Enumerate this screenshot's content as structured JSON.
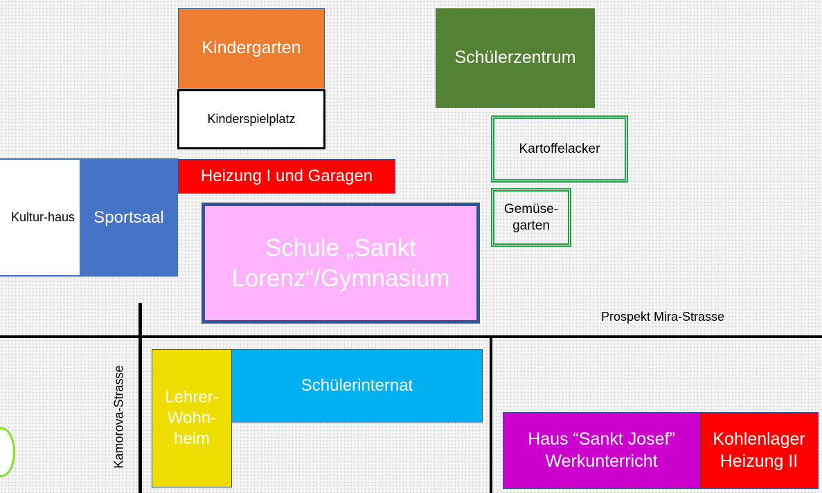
{
  "buildings": {
    "kindergarten": "Kindergarten",
    "kinderspielplatz": "Kinderspielplatz",
    "schuelerzentrum": "Schülerzentrum",
    "kartoffelacker": "Kartoffelacker",
    "gemuesegarten": "Gemüse-garten",
    "heizung": "Heizung I und Garagen",
    "kulturhaus": "Kultur-haus",
    "sportsaal": "Sportsaal",
    "schule": "Schule „Sankt Lorenz“/Gymnasium",
    "lehrer": "Lehrer-Wohn-heim",
    "internat": "Schülerinternat",
    "josef": "Haus “Sankt Josef” Werkunterricht",
    "kohlenlager": "Kohlenlager Heizung II"
  },
  "streets": {
    "mira": "Prospekt Mira-Strasse",
    "kamorova": "Kamorova-Strasse"
  },
  "colors": {
    "orange": "#ED7D31",
    "green": "#548235",
    "red": "#FF0000",
    "blue": "#4472C4",
    "pink": "#FFB3FF",
    "cyan": "#00B0F0",
    "yellow": "#EEDD00",
    "magenta": "#CC00CC"
  }
}
